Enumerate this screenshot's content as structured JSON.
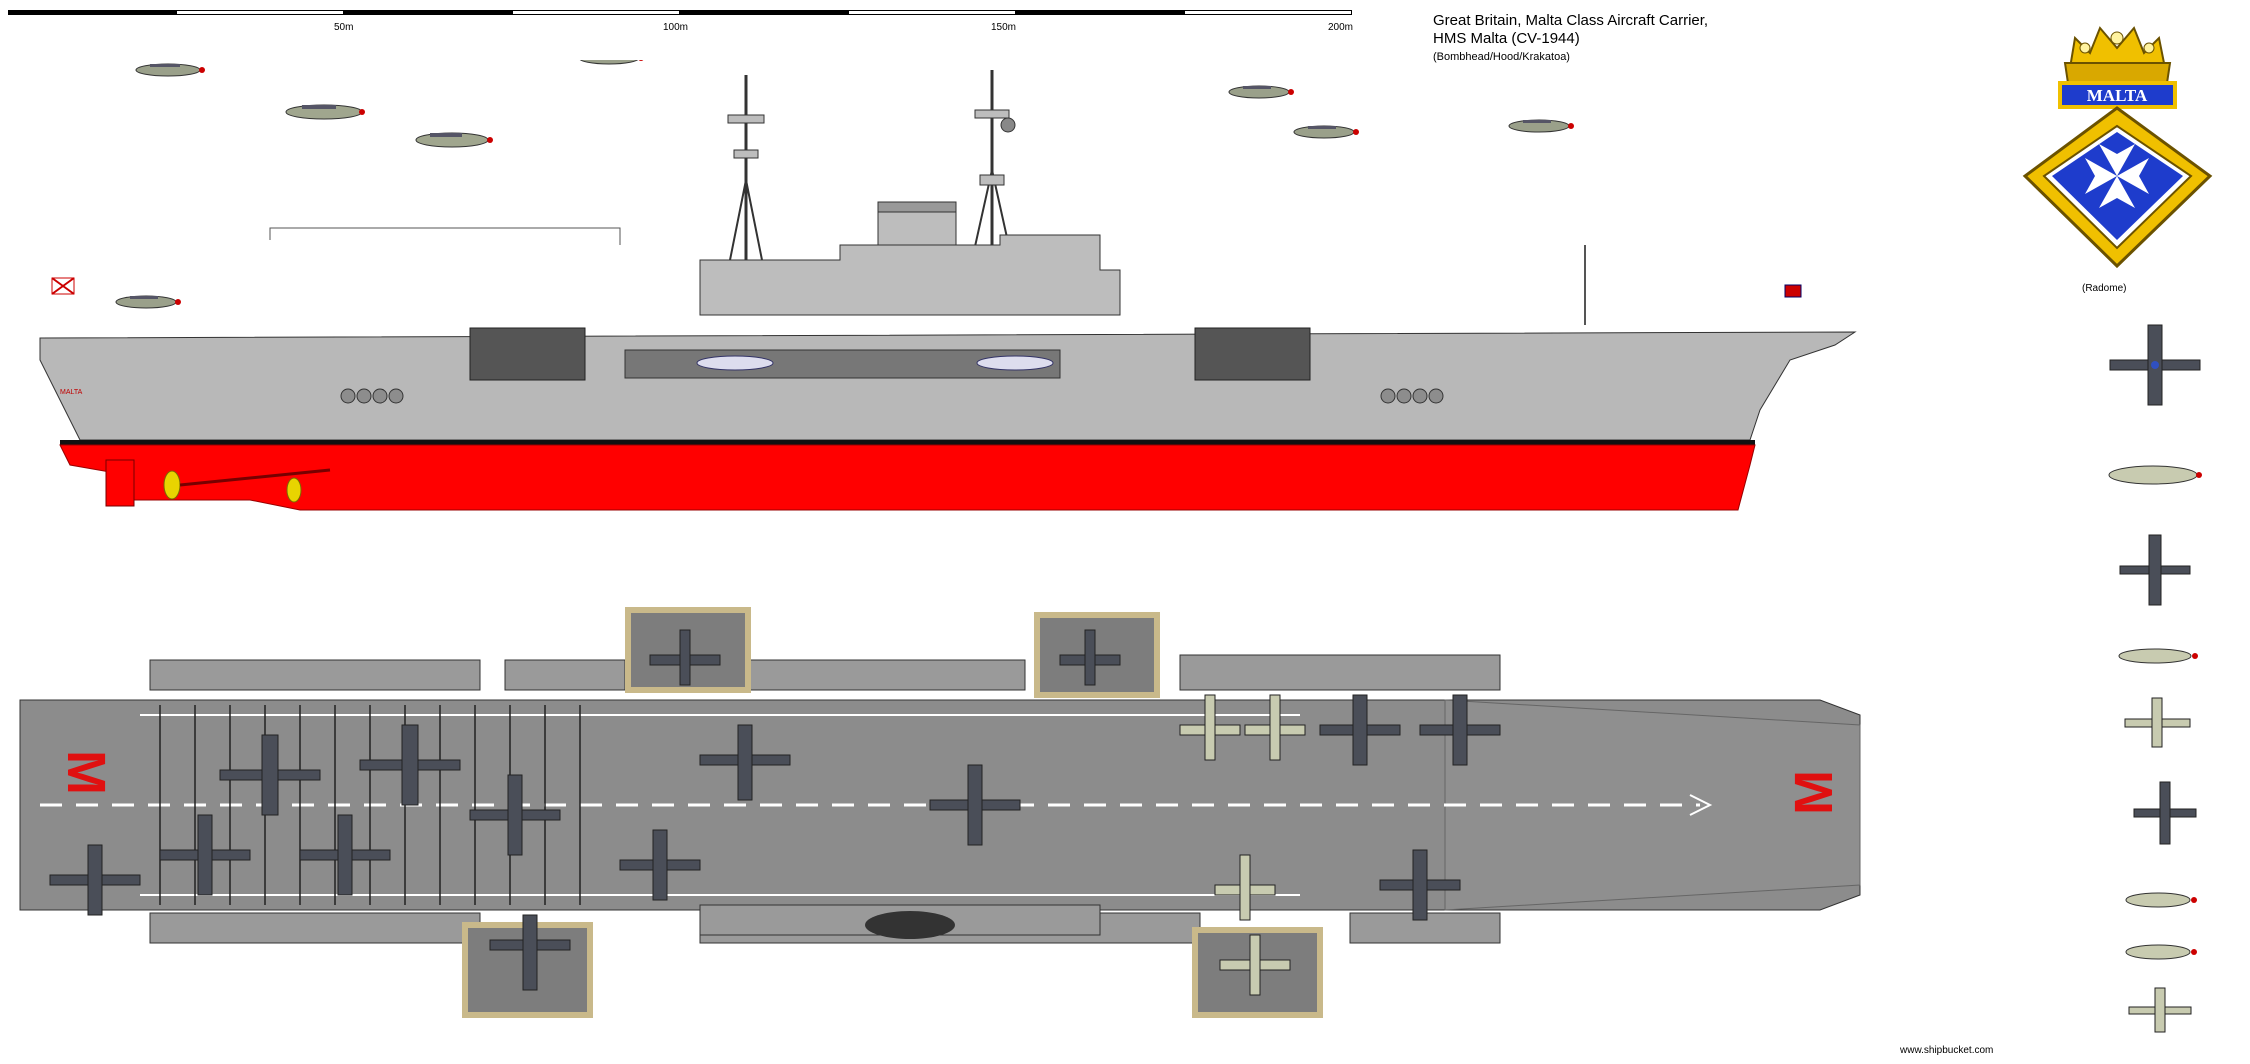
{
  "scale": {
    "labels": [
      "50m",
      "100m",
      "150m",
      "200m"
    ]
  },
  "title": {
    "line1": "Great Britain, Malta Class Aircraft Carrier,",
    "line2": "HMS Malta (CV-1944)",
    "credits": "(Bombhead/Hood/Krakatoa)"
  },
  "crest": {
    "name": "MALTA"
  },
  "radome_label": "(Radome)",
  "ship": {
    "hull_name": "MALTA",
    "deck_letter": "M"
  },
  "colors": {
    "hull_grey": "#b8b8b8",
    "antifouling_red": "#ff0000",
    "deck_grey": "#8c8c8c",
    "crest_blue": "#1e3ccc",
    "crest_gold": "#f0c000"
  },
  "footer": "www.shipbucket.com"
}
